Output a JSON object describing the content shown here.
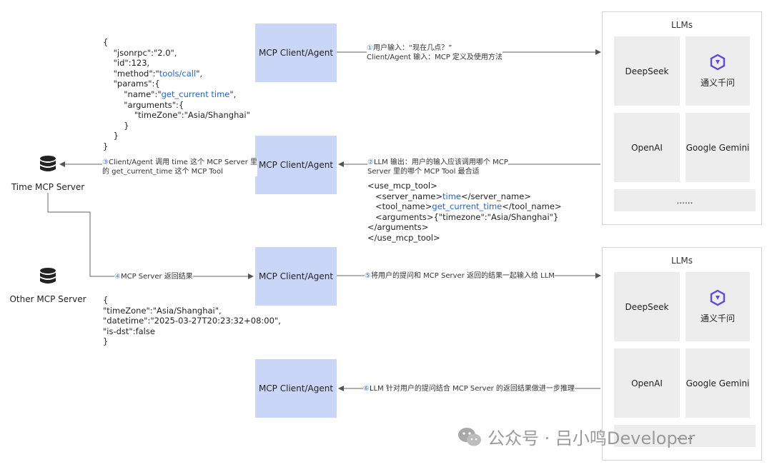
{
  "box_label": "MCP Client/Agent",
  "panel1": {
    "title": "LLMs",
    "cells": [
      "DeepSeek",
      "通义千问",
      "OpenAI",
      "Google Gemini",
      "......"
    ]
  },
  "panel2": {
    "title": "LLMs",
    "cells": [
      "DeepSeek",
      "通义千问",
      "OpenAI",
      "Google Gemini",
      "......"
    ]
  },
  "servers": {
    "time": "Time MCP Server",
    "other": "Other MCP Server"
  },
  "steps": {
    "s1_num": "①",
    "s1_line1": "用户输入：“现在几点？”",
    "s1_line2": "Client/Agent 输入：MCP 定义及使用方法",
    "s2_num": "②",
    "s2_line1": "LLM 输出：用户的输入应该调用哪个 MCP",
    "s2_line2": "Server 里的哪个 MCP Tool 最合适",
    "s3_num": "③",
    "s3_line1": "Client/Agent 调用 time 这个 MCP Server 里",
    "s3_line2": "的 get_current_time 这个 MCP Tool",
    "s4_num": "④",
    "s4_line1": "MCP Server 返回结果",
    "s5_num": "⑤",
    "s5_line1": "将用户的提问和 MCP Server 返回的结果一起输入给 LLM",
    "s6_num": "⑥",
    "s6_line1": "LLM 针对用户的提问结合 MCP Server 的返回结果做进一步推理"
  },
  "request_json": {
    "l1": "{",
    "l2a": "\"jsonrpc\":\"2.0\",",
    "l3a": "\"id\":123,",
    "l4a": "\"method\":\"",
    "l4b": "tools/call",
    "l4c": "\",",
    "l5a": "\"params\":{",
    "l6a": "\"name\":\"",
    "l6b": "get_current time",
    "l6c": "\",",
    "l7a": "\"arguments\":{",
    "l8a": "\"timeZone\":\"Asia/Shanghai\"",
    "l9a": "}",
    "l10a": "}",
    "l11": "}"
  },
  "tool_xml": {
    "l1": "<use_mcp_tool>",
    "l2a": "<server_name>",
    "l2b": "time",
    "l2c": "</server_name>",
    "l3a": "<tool_name>",
    "l3b": "get_current_time",
    "l3c": "</tool_name>",
    "l4": "<arguments>{\"timezone\":\"Asia/Shanghai\"}",
    "l5": "</arguments>",
    "l6": "</use_mcp_tool>"
  },
  "result_json": {
    "l1": "{",
    "l2": "\"timeZone\":\"Asia/Shanghai\",",
    "l3": "\"datetime\":\"2025-03-27T20:23:32+08:00\",",
    "l4": "\"is-dst\":false",
    "l5": "}"
  },
  "watermark": "公众号 · 吕小鸣Developer",
  "colors": {
    "box": "#c9d6f7",
    "accent": "#2463d6",
    "cell": "#ededed"
  }
}
